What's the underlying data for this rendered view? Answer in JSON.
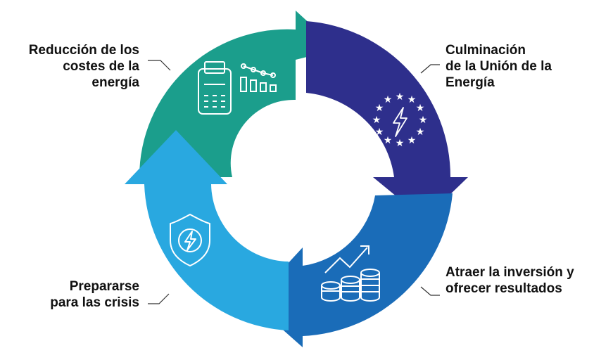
{
  "diagram": {
    "segments": [
      {
        "id": "costs",
        "color": "#1b9e8c",
        "icon": "payment-terminal-and-declining-bar-chart-icon",
        "label_lines": [
          "Reducción de los",
          "costes de la",
          "energía"
        ]
      },
      {
        "id": "union",
        "color": "#2e2f8c",
        "icon": "eu-stars-lightning-icon",
        "label_lines": [
          "Culminación",
          "de la Unión de la",
          "Energía"
        ]
      },
      {
        "id": "investment",
        "color": "#1a6cb8",
        "icon": "coins-and-rising-trend-icon",
        "label_lines": [
          "Atraer la inversión y",
          "ofrecer resultados"
        ]
      },
      {
        "id": "crisis",
        "color": "#29a8e0",
        "icon": "shield-lightning-icon",
        "label_lines": [
          "Prepararse",
          "para las crisis"
        ]
      }
    ]
  }
}
